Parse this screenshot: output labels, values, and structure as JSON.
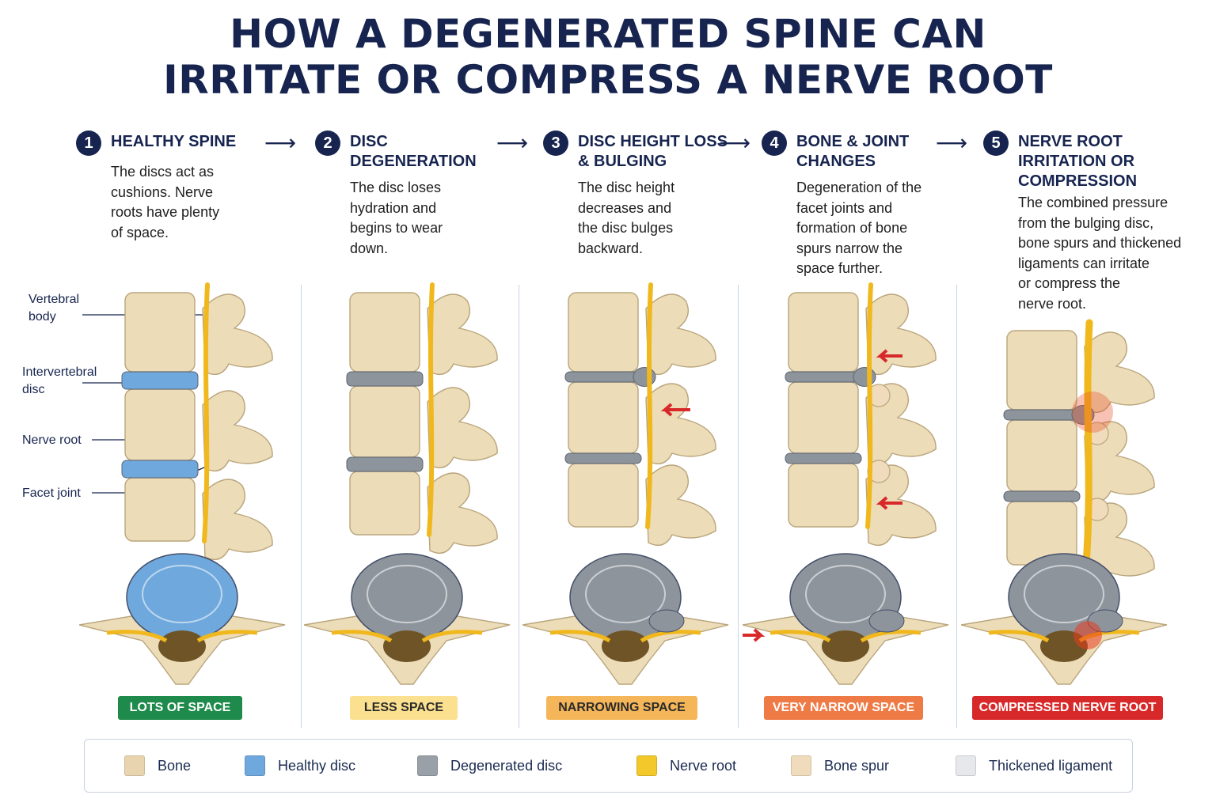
{
  "title_line1": "HOW A DEGENERATED SPINE CAN",
  "title_line2": "IRRITATE OR COMPRESS A NERVE ROOT",
  "steps": [
    {
      "num": "1",
      "title": "HEALTHY SPINE",
      "desc": "The discs act as\ncushions. Nerve\nroots have plenty\nof space.",
      "badge": "LOTS OF SPACE"
    },
    {
      "num": "2",
      "title": "DISC\nDEGENERATION",
      "desc": "The disc loses\nhydration and\nbegins to wear\ndown.",
      "badge": "LESS SPACE"
    },
    {
      "num": "3",
      "title": "DISC HEIGHT LOSS\n& BULGING",
      "desc": "The disc height\ndecreases and\nthe disc bulges\nbackward.",
      "badge": "NARROWING SPACE"
    },
    {
      "num": "4",
      "title": "BONE & JOINT\nCHANGES",
      "desc": "Degeneration of the\nfacet joints and\nformation of bone\nspurs narrow the\nspace further.",
      "badge": "VERY NARROW SPACE"
    },
    {
      "num": "5",
      "title": "NERVE ROOT\nIRRITATION OR\nCOMPRESSION",
      "desc": "The combined pressure\nfrom the bulging disc,\nbone spurs and thickened\nligaments can irritate\nor compress the\nnerve root.",
      "badge": "COMPRESSED NERVE ROOT"
    }
  ],
  "annotations": {
    "vertebral_body": "Vertebral\nbody",
    "intervertebral_disc": "Intervertebral\ndisc",
    "nerve_root": "Nerve root",
    "facet_joint": "Facet joint"
  },
  "badge_colors": [
    {
      "bg": "#1e8a4c",
      "fg": "#ffffff"
    },
    {
      "bg": "#fbe08f",
      "fg": "#2a2a2a"
    },
    {
      "bg": "#f5b65a",
      "fg": "#2a2a2a"
    },
    {
      "bg": "#ee7a45",
      "fg": "#ffffff"
    },
    {
      "bg": "#d8292a",
      "fg": "#ffffff"
    }
  ],
  "legend": [
    {
      "label": "Bone",
      "color": "#e8d5b0"
    },
    {
      "label": "Healthy disc",
      "color": "#6fa8dc"
    },
    {
      "label": "Degenerated disc",
      "color": "#9aa0a8"
    },
    {
      "label": "Nerve root",
      "color": "#f2c82a"
    },
    {
      "label": "Bone spur",
      "color": "#f0dcbc"
    },
    {
      "label": "Thickened ligament",
      "color": "#e6e8ec"
    }
  ],
  "colors": {
    "navy": "#16244f",
    "bone": "#eddcb8",
    "bone_stroke": "#b9a57c",
    "healthy_disc": "#6fa8dc",
    "degenerated_disc": "#8e949c",
    "nerve": "#f0b81c",
    "arrow_red": "#d8292a"
  }
}
